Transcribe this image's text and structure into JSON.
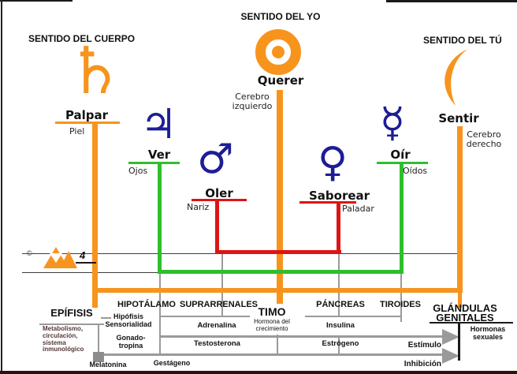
{
  "title": "Diagrama de los sentidos, planetas y glándulas",
  "colors": {
    "orange": "#f7941d",
    "green": "#2ebf2e",
    "red": "#dd1414",
    "navy": "#1d1d96",
    "gray": "#9a9a9a",
    "maroon": "#553838"
  },
  "top": {
    "sentido_cuerpo": "SENTIDO DEL CUERPO",
    "sentido_yo": "SENTIDO DEL YO",
    "sentido_tu": "SENTIDO DEL TÚ"
  },
  "symbols": {
    "saturn": "♄",
    "jupiter": "♃",
    "mars": "♂",
    "venus": "♀",
    "mercury": "☿",
    "sun": "sun-disc-icon",
    "moon": "crescent-moon-icon"
  },
  "senses": {
    "palpar": "Palpar",
    "piel": "Piel",
    "querer": "Querer",
    "cerebro_izquierdo": "Cerebro izquierdo",
    "ver": "Ver",
    "ojos": "Ojos",
    "oler": "Oler",
    "nariz": "Nariz",
    "saborear": "Saborear",
    "paladar": "Paladar",
    "oir": "Oír",
    "oidos": "Oídos",
    "sentir": "Sentir",
    "cerebro_derecho": "Cerebro derecho"
  },
  "glands": {
    "epifisis": "EPÍFISIS",
    "hipotalamo": "HIPOTÁLAMO",
    "suprarrenales": "SUPRARRENALES",
    "timo": "TIMO",
    "pancreas": "PÁNCREAS",
    "tiroides": "TIROIDES",
    "genitales": "GLÁNDULAS GENITALES"
  },
  "hormones": {
    "metabolismo": "Metabolismo, circulación, sistema inmunológico",
    "hipofisis": "Hipófisis Sensorialidad",
    "gonadotropina": "Gonado-tropina",
    "adrenalina": "Adrenalina",
    "hormona_crecimiento": "Hormona del crecimiento",
    "insulina": "Insulina",
    "testosterona": "Testosterona",
    "estrogeno": "Estrógeno",
    "estimulo": "Estímulo",
    "inhibicion": "Inhibición",
    "melatonina": "Melatonina",
    "gestageno": "Gestágeno",
    "hormonas_sexuales": "Hormonas sexuales"
  },
  "logo": {
    "copyright": "©",
    "number": "4"
  }
}
